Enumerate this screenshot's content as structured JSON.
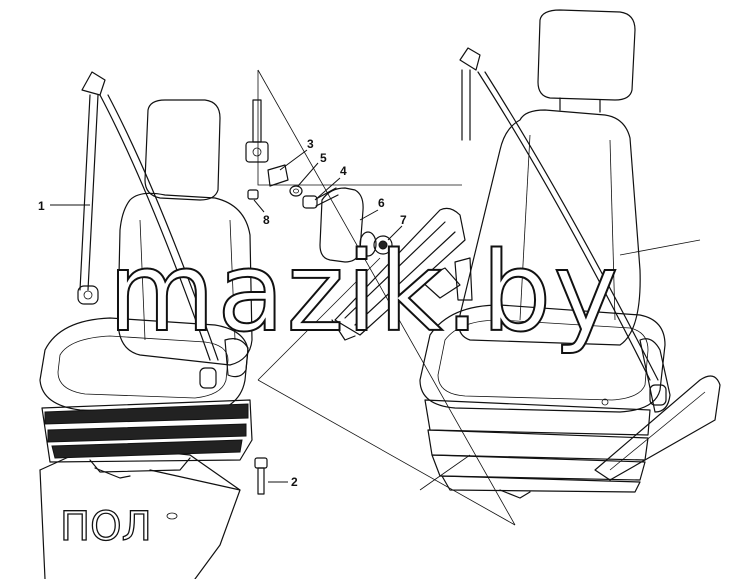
{
  "watermark": "mazik.by",
  "floor_marking": "ПОЛ",
  "callouts": [
    {
      "id": "1",
      "label": "1"
    },
    {
      "id": "2",
      "label": "2"
    },
    {
      "id": "3",
      "label": "3"
    },
    {
      "id": "4",
      "label": "4"
    },
    {
      "id": "5",
      "label": "5"
    },
    {
      "id": "6",
      "label": "6"
    },
    {
      "id": "7",
      "label": "7"
    },
    {
      "id": "8",
      "label": "8"
    }
  ]
}
